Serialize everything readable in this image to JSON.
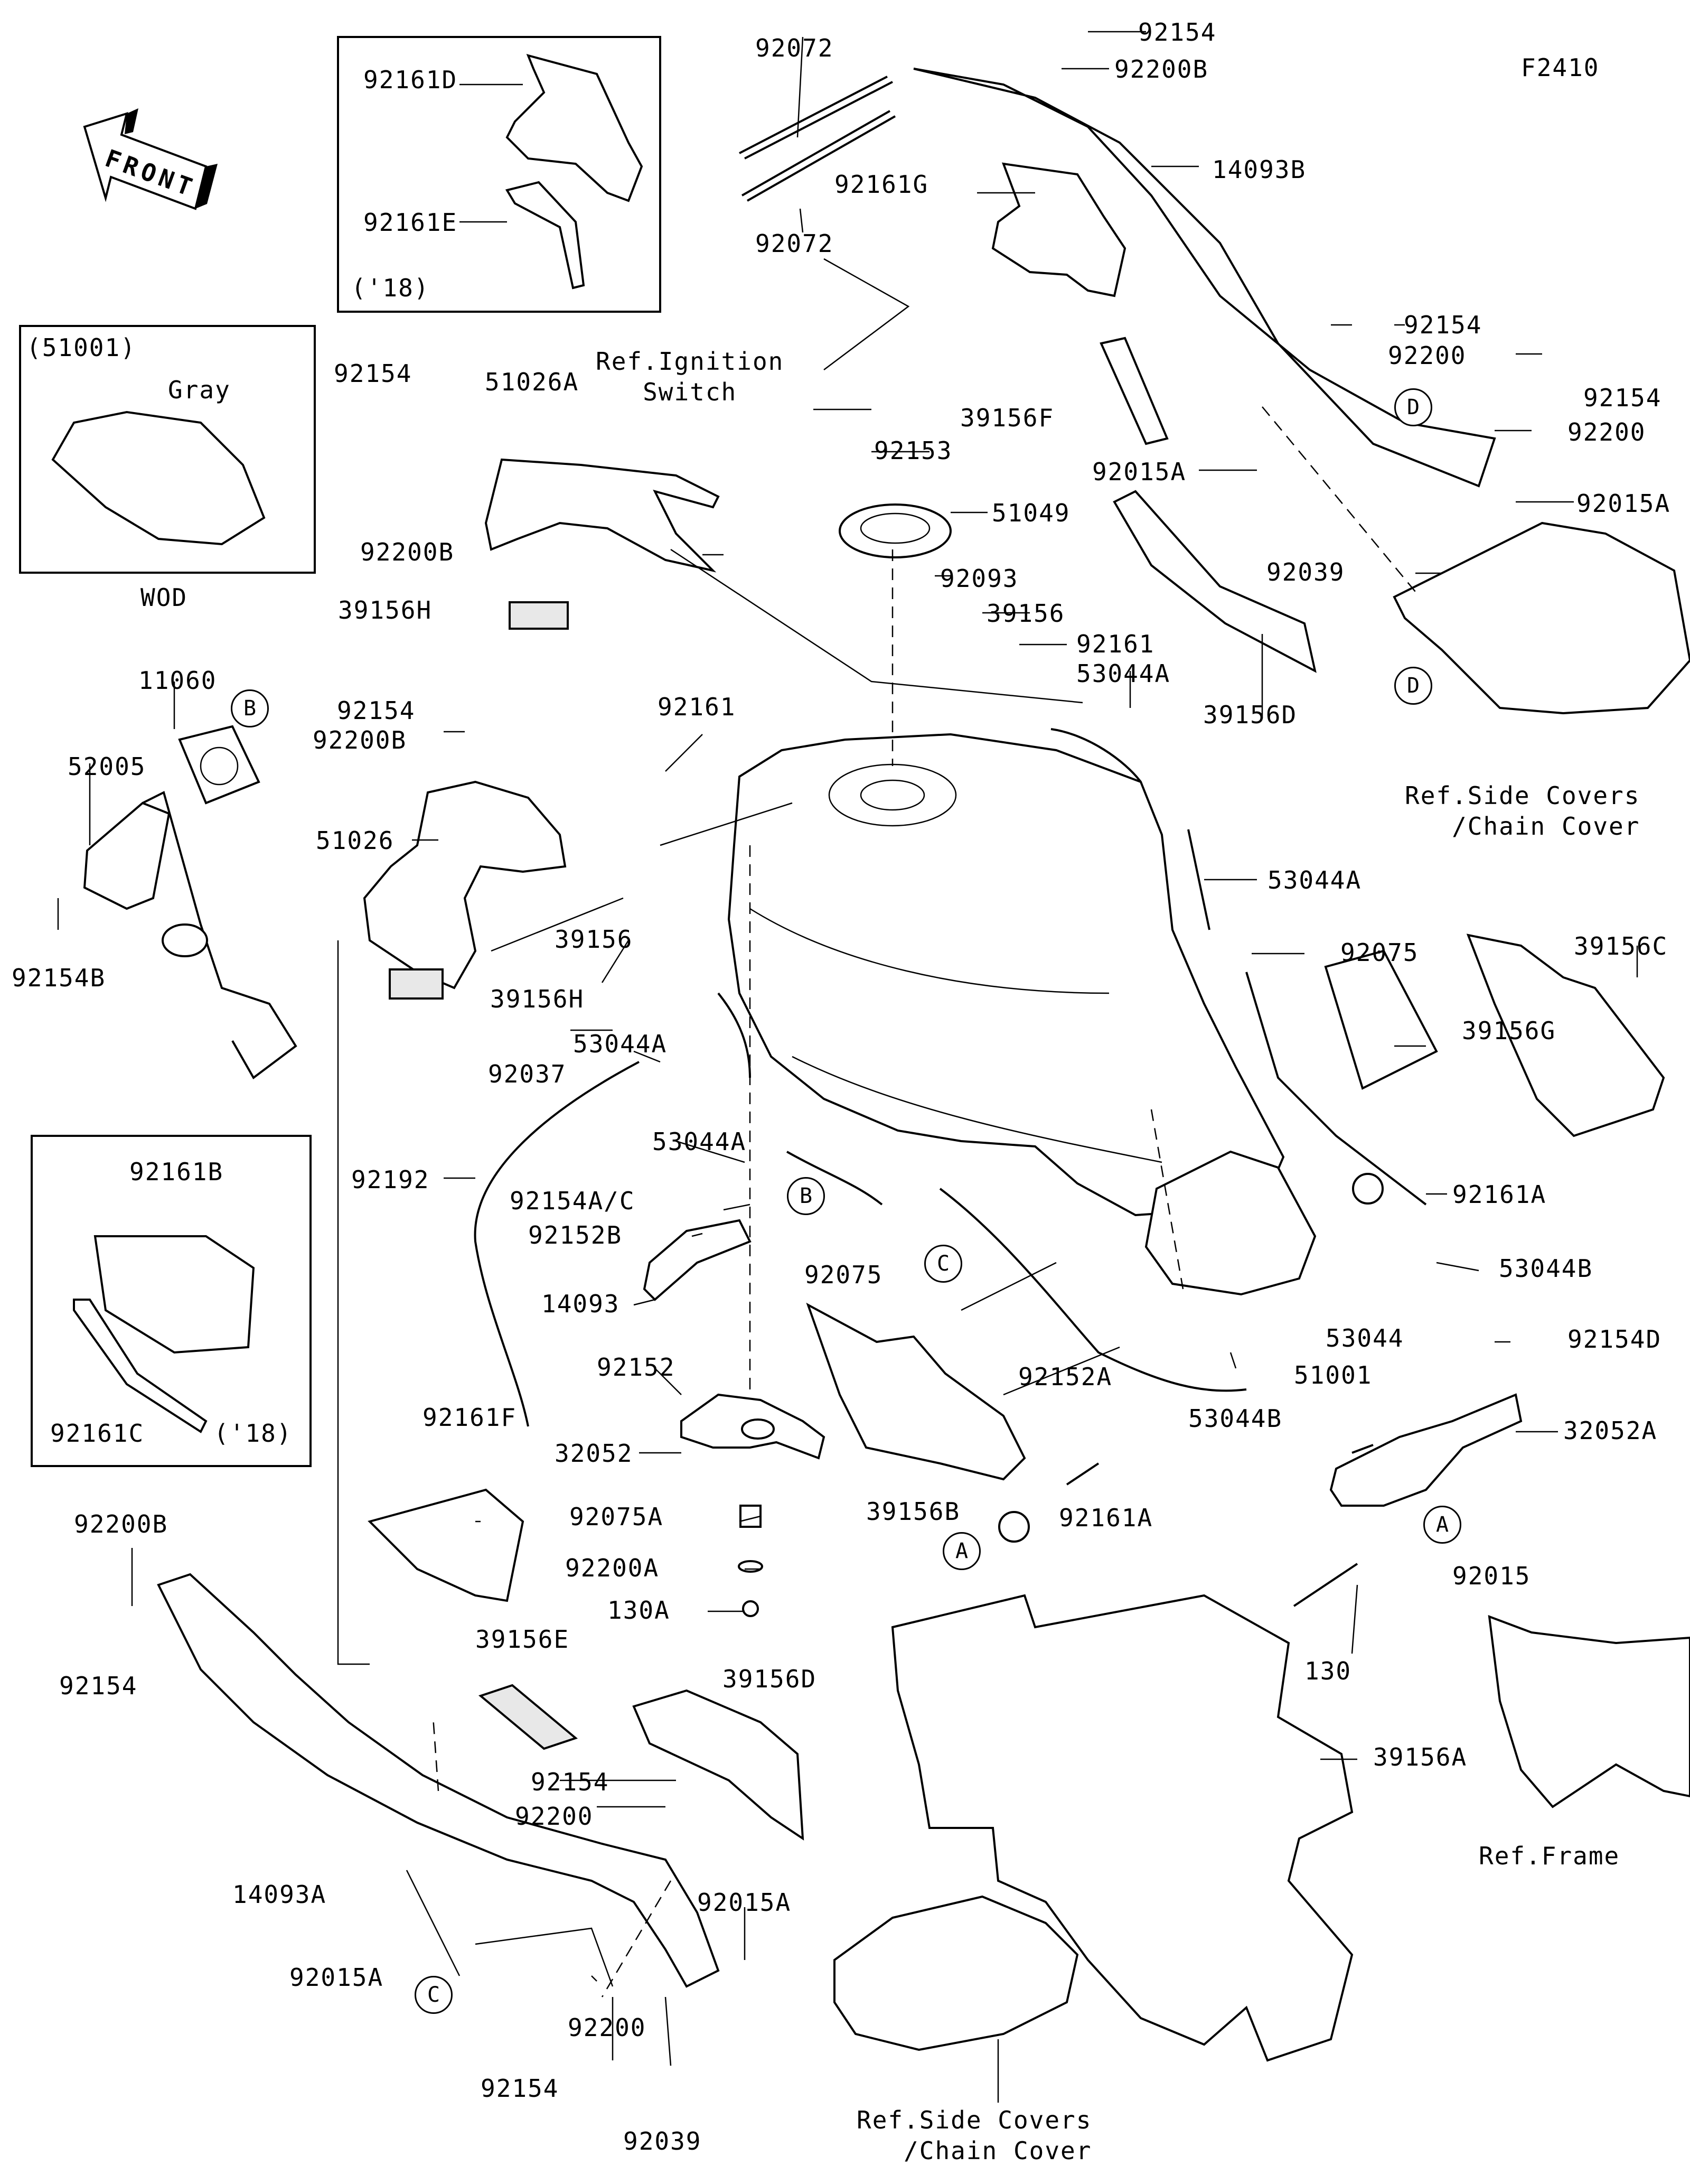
{
  "figure_id": "F2410",
  "front_arrow": "FRONT",
  "notes": {
    "inset_51001": "(51001)",
    "gray": "Gray",
    "wod": "WOD",
    "year_18_a": "('18)",
    "year_18_b": "('18)"
  },
  "refs": {
    "ignition": "Ref.Ignition\nSwitch",
    "side_covers_top": "Ref.Side Covers\n/Chain Cover",
    "side_covers_bottom": "Ref.Side Covers\n/Chain Cover",
    "frame": "Ref.Frame"
  },
  "callouts": {
    "A1": "A",
    "A2": "A",
    "B1": "B",
    "B2": "B",
    "C1": "C",
    "C2": "C",
    "D1": "D",
    "D2": "D"
  },
  "parts": {
    "p_92161D": "92161D",
    "p_92161E": "92161E",
    "p_92072_top": "92072",
    "p_92072_bot": "92072",
    "p_92154_t1": "92154",
    "p_92200B_t1": "92200B",
    "p_14093B": "14093B",
    "p_92161G": "92161G",
    "p_92154_t2": "92154",
    "p_92200_t2": "92200",
    "p_92154_t3": "92154",
    "p_92200_t3": "92200",
    "p_92015A_t": "92015A",
    "p_39156F": "39156F",
    "p_92015A_t2": "92015A",
    "p_92039_t": "92039",
    "p_39156D_t": "39156D",
    "p_92154_l1": "92154",
    "p_51026A": "51026A",
    "p_92200B_l1": "92200B",
    "p_39156H_t": "39156H",
    "p_92153": "92153",
    "p_51049": "51049",
    "p_92093": "92093",
    "p_39156_t": "39156",
    "p_92161_r": "92161",
    "p_53044A_r1": "53044A",
    "p_92161_c": "92161",
    "p_11060": "11060",
    "p_52005": "52005",
    "p_92154_l2": "92154",
    "p_92200B_l2": "92200B",
    "p_51026": "51026",
    "p_92154B": "92154B",
    "p_39156_m": "39156",
    "p_53044A_r2": "53044A",
    "p_92075_r": "92075",
    "p_39156C": "39156C",
    "p_53044A_m": "53044A",
    "p_92037": "92037",
    "p_39156H_b": "39156H",
    "p_39156G": "39156G",
    "p_53044A_m2": "53044A",
    "p_92192": "92192",
    "p_92161B": "92161B",
    "p_92154AC": "92154A/C",
    "p_92152B": "92152B",
    "p_92075_m": "92075",
    "p_92161A_r": "92161A",
    "p_53044B_r": "53044B",
    "p_14093": "14093",
    "p_92152": "92152",
    "p_53044": "53044",
    "p_92154D": "92154D",
    "p_51001": "51001",
    "p_92161C": "92161C",
    "p_92152A": "92152A",
    "p_53044B_m": "53044B",
    "p_32052A": "32052A",
    "p_32052": "32052",
    "p_39156B": "39156B",
    "p_92161F": "92161F",
    "p_92075A": "92075A",
    "p_92161A_m": "92161A",
    "p_92200A": "92200A",
    "p_92015_r": "92015",
    "p_92200B_b": "92200B",
    "p_130A": "130A",
    "p_130": "130",
    "p_92154_b1": "92154",
    "p_39156E": "39156E",
    "p_39156D_b": "39156D",
    "p_39156A": "39156A",
    "p_92154_b2": "92154",
    "p_92200_b2": "92200",
    "p_14093A": "14093A",
    "p_92015A_b": "92015A",
    "p_92015A_b2": "92015A",
    "p_92154_b3": "92154",
    "p_92200_b3": "92200",
    "p_92039_b": "92039"
  }
}
